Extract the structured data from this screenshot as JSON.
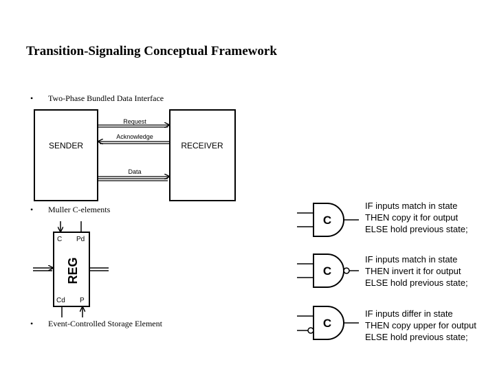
{
  "title": "Transition-Signaling Conceptual Framework",
  "bullets": [
    {
      "symbol": "•",
      "text": "Two-Phase Bundled Data Interface"
    },
    {
      "symbol": "•",
      "text": "Muller C-elements"
    },
    {
      "symbol": "•",
      "text": "Event-Controlled Storage Element"
    }
  ],
  "interface": {
    "sender": "SENDER",
    "receiver": "RECEIVER",
    "request": "Request",
    "acknowledge": "Acknowledge",
    "data": "Data"
  },
  "register": {
    "label": "REG",
    "c": "C",
    "pd": "Pd",
    "cd": "Cd",
    "p": "P"
  },
  "gates": [
    {
      "symbol": "C",
      "lines": [
        "IF inputs match in state",
        "THEN copy it for output",
        "ELSE hold previous state;"
      ]
    },
    {
      "symbol": "C",
      "lines": [
        "IF inputs match in state",
        "THEN invert it for output",
        "ELSE hold previous state;"
      ]
    },
    {
      "symbol": "C",
      "lines": [
        "IF inputs differ in state",
        "THEN copy upper for output",
        "ELSE hold previous state;"
      ]
    }
  ]
}
